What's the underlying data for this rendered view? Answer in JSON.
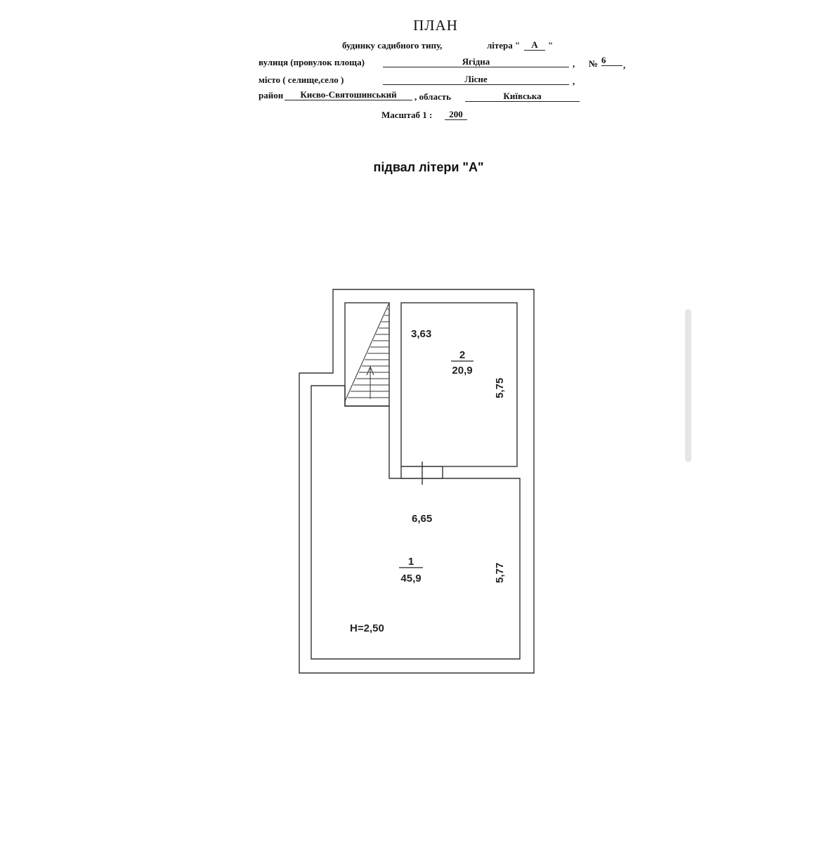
{
  "header": {
    "title": "ПЛАН",
    "line1_prefix": "будинку садибного типу,",
    "litera_label": "літера \"",
    "litera_value": "А",
    "litera_close": "\"",
    "street_label": "вулиця (провулок площа)",
    "street_value": "Ягідна",
    "comma1": ",",
    "number_label": "№",
    "number_value": "6",
    "comma2": ",",
    "city_label": "місто ( селище,село )",
    "city_value": "Лісне",
    "comma3": ",",
    "district_label": "район",
    "district_value": "Києво-Святошинський",
    "oblast_label": ", область",
    "oblast_value": "Київська",
    "scale_label": "Масштаб 1 :",
    "scale_value": "200"
  },
  "plan": {
    "subtitle": "підвал літери \"А\"",
    "room2": {
      "number": "2",
      "area": "20,9",
      "width": "3,63",
      "length": "5,75"
    },
    "room1": {
      "number": "1",
      "area": "45,9",
      "width": "6,65",
      "length": "5,77"
    },
    "height": "Н=2,50"
  }
}
